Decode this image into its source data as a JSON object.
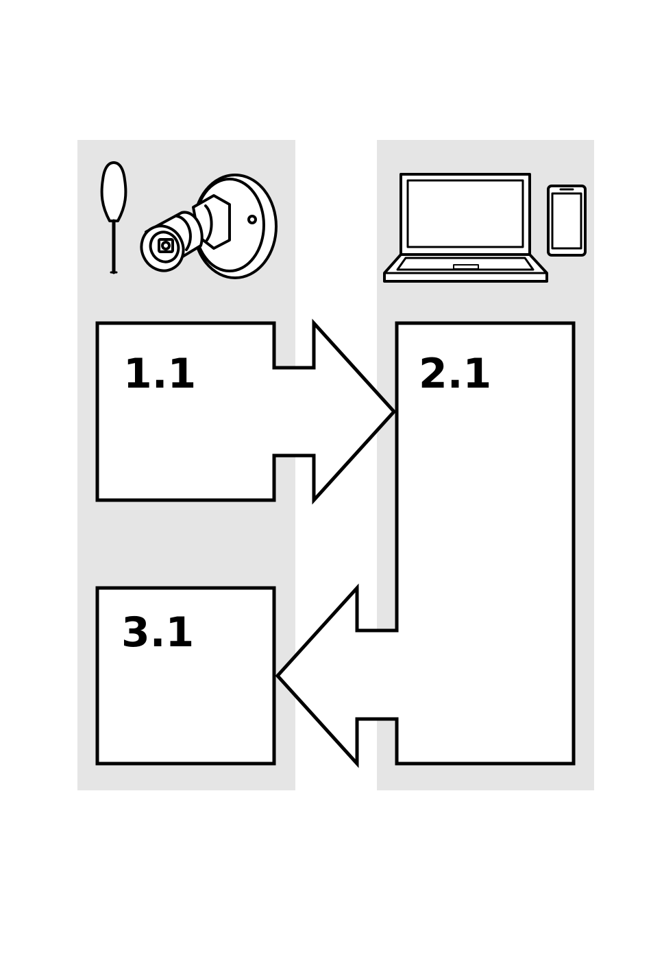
{
  "steps": [
    {
      "id": "1.1",
      "label": "1.1"
    },
    {
      "id": "2.1",
      "label": "2.1"
    },
    {
      "id": "3.1",
      "label": "3.1"
    }
  ],
  "columns": [
    {
      "id": "installation",
      "icons": [
        "screwdriver-icon",
        "bullet-camera-icon"
      ]
    },
    {
      "id": "configuration",
      "icons": [
        "laptop-icon",
        "smartphone-icon"
      ]
    }
  ],
  "colors": {
    "column_background": "#e5e5e5",
    "box_fill": "#ffffff",
    "stroke": "#000000"
  }
}
